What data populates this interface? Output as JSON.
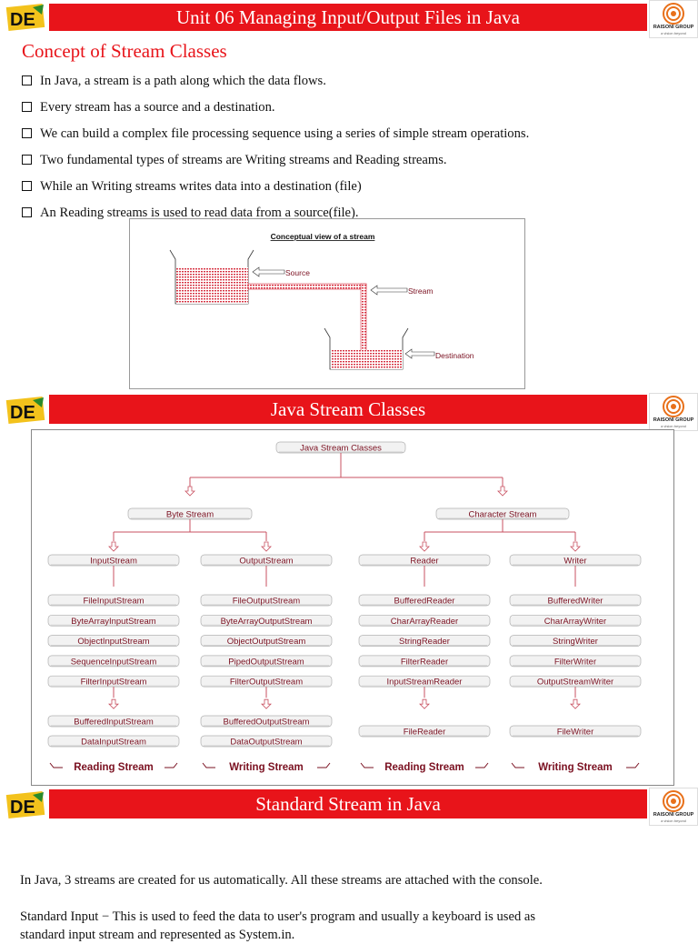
{
  "header1": {
    "title": "Unit 06 Managing Input/Output Files in Java"
  },
  "header2": {
    "title": "Java Stream Classes"
  },
  "header3": {
    "title": "Standard Stream in Java"
  },
  "logo": {
    "brand": "RAISONI GROUP",
    "tagline": "a vision beyond"
  },
  "section": {
    "title": "Concept of Stream Classes",
    "bullets": [
      "In Java, a stream is a path along which the data flows.",
      "Every stream has a source and a destination.",
      "We can build a complex file processing sequence using a series of simple stream operations.",
      "Two fundamental types of streams are Writing streams and Reading streams.",
      "While an Writing streams writes data into a destination (file)",
      "An Reading streams is used to read data from a source(file)."
    ]
  },
  "figure1": {
    "title": "Conceptual view of a stream",
    "source": "Source",
    "stream": "Stream",
    "destination": "Destination"
  },
  "figure2": {
    "root": "Java Stream Classes",
    "byte_stream": "Byte Stream",
    "character_stream": "Character Stream",
    "columns": [
      {
        "head": "InputStream",
        "items": [
          "FileInputStream",
          "ByteArrayInputStream",
          "ObjectInputStream",
          "SequenceInputStream",
          "FilterInputStream"
        ],
        "sub": [
          "BufferedInputStream",
          "DataInputStream"
        ],
        "footer": "Reading Stream"
      },
      {
        "head": "OutputStream",
        "items": [
          "FileOutputStream",
          "ByteArrayOutputStream",
          "ObjectOutputStream",
          "PipedOutputStream",
          "FilterOutputStream"
        ],
        "sub": [
          "BufferedOutputStream",
          "DataOutputStream"
        ],
        "footer": "Writing Stream"
      },
      {
        "head": "Reader",
        "items": [
          "BufferedReader",
          "CharArrayReader",
          "StringReader",
          "FilterReader",
          "InputStreamReader"
        ],
        "sub": [
          "FileReader"
        ],
        "footer": "Reading Stream"
      },
      {
        "head": "Writer",
        "items": [
          "BufferedWriter",
          "CharArrayWriter",
          "StringWriter",
          "FilterWriter",
          "OutputStreamWriter"
        ],
        "sub": [
          "FileWriter"
        ],
        "footer": "Writing Stream"
      }
    ]
  },
  "standard": {
    "p1": "In Java, 3 streams are created for us automatically. All these streams are attached with the console.",
    "p2": "Standard Input − This is used to feed the data to user's program and usually a keyboard is used as",
    "p3": "standard input stream and represented as System.in."
  },
  "colors": {
    "accent": "#e8141a",
    "diagram_text": "#7a1020",
    "figure_fill": "#d63040"
  }
}
